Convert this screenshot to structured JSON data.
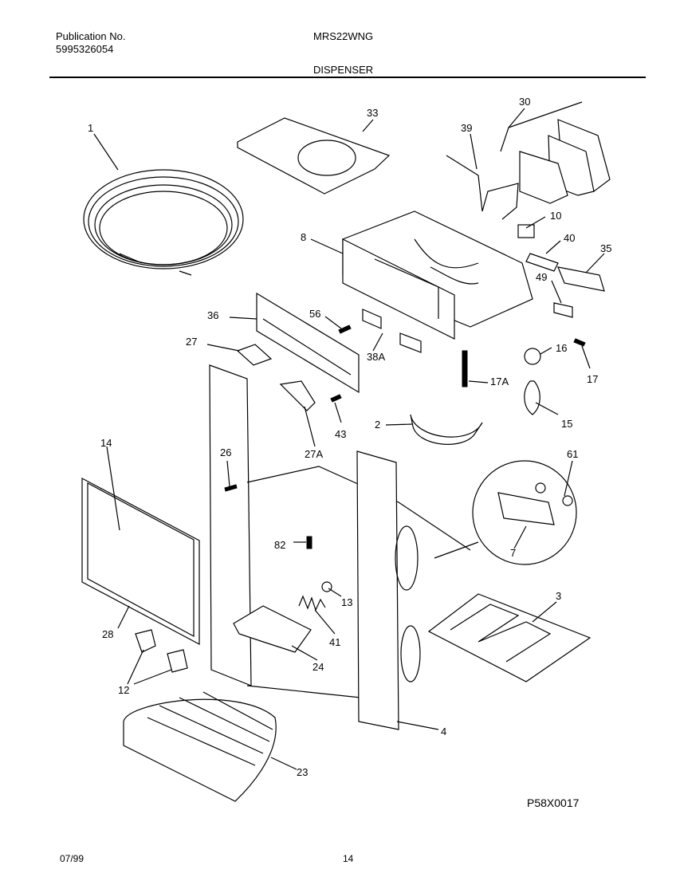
{
  "header": {
    "publication_label": "Publication No.",
    "publication_number": "5995326054",
    "model": "MRS22WNG",
    "section": "DISPENSER"
  },
  "parts": {
    "p1": "1",
    "p33": "33",
    "p30": "30",
    "p39": "39",
    "p10": "10",
    "p40": "40",
    "p35": "35",
    "p49": "49",
    "p8": "8",
    "p36": "36",
    "p56": "56",
    "p27": "27",
    "p38a": "38A",
    "p16": "16",
    "p17a": "17A",
    "p17": "17",
    "p15": "15",
    "p2": "2",
    "p43": "43",
    "p27a": "27A",
    "p14": "14",
    "p26": "26",
    "p61": "61",
    "p82": "82",
    "p7": "7",
    "p13": "13",
    "p3": "3",
    "p41": "41",
    "p28": "28",
    "p24": "24",
    "p12": "12",
    "p4": "4",
    "p23": "23"
  },
  "drawing_id": "P58X0017",
  "footer": {
    "date": "07/99",
    "page": "14"
  }
}
